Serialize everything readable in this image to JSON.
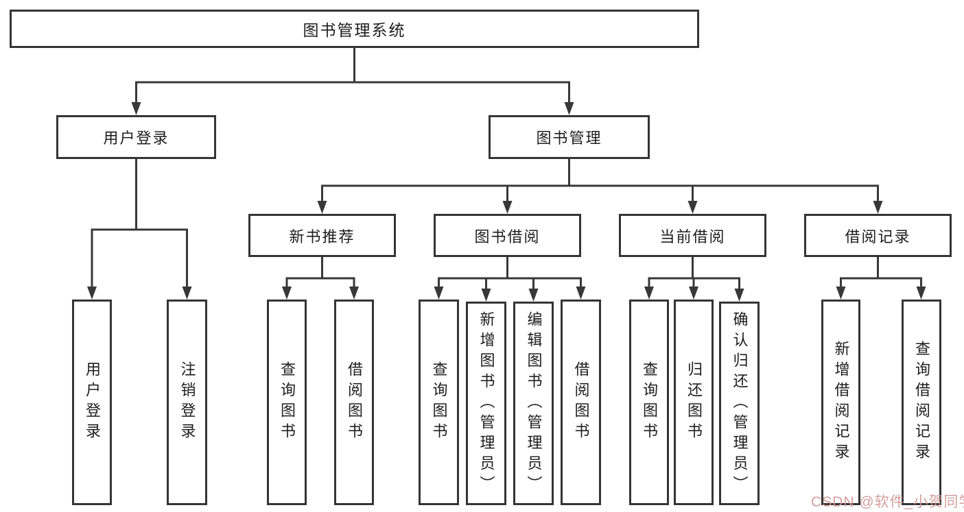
{
  "diagram_title": "图书管理系统",
  "tree": {
    "label": "图书管理系统",
    "children": [
      {
        "label": "用户登录",
        "children": [
          {
            "label": "用户登录"
          },
          {
            "label": "注销登录"
          }
        ]
      },
      {
        "label": "图书管理",
        "children": [
          {
            "label": "新书推荐",
            "children": [
              {
                "label": "查询图书"
              },
              {
                "label": "借阅图书"
              }
            ]
          },
          {
            "label": "图书借阅",
            "children": [
              {
                "label": "查询图书"
              },
              {
                "label": "新增图书（管理员）"
              },
              {
                "label": "编辑图书（管理员）"
              },
              {
                "label": "借阅图书"
              }
            ]
          },
          {
            "label": "当前借阅",
            "children": [
              {
                "label": "查询图书"
              },
              {
                "label": "归还图书"
              },
              {
                "label": "确认归还（管理员）"
              }
            ]
          },
          {
            "label": "借阅记录",
            "children": [
              {
                "label": "新增借阅记录"
              },
              {
                "label": "查询借阅记录"
              }
            ]
          }
        ]
      }
    ]
  },
  "watermark": {
    "text": "CSDN @软件_小贺同学"
  },
  "colors": {
    "line": "#383838",
    "box_border": "#343434",
    "text": "#1d1d1d",
    "background": "#ffffff",
    "watermark": "#d39696"
  }
}
